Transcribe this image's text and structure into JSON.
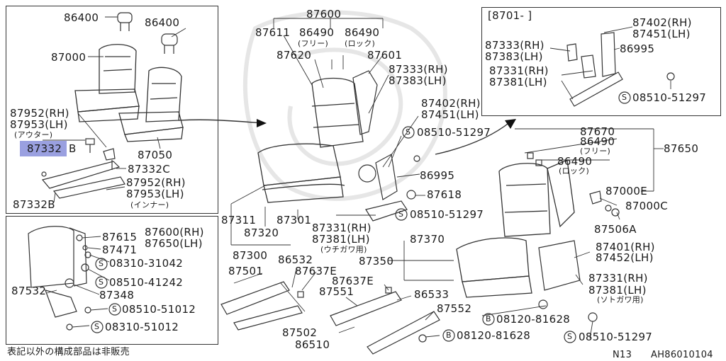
{
  "bracket_top": "[8701-   ]",
  "top_left": {
    "hr1": "86400",
    "hr2": "86400",
    "seat": "87000",
    "f1": "87952(RH)",
    "f2": "87953(LH)",
    "outer": "(アウター)",
    "sel": "87332",
    "sel_b": "B",
    "c332c": "87332C",
    "s050": "87050",
    "f3": "87952(RH)",
    "f4": "87953(LH)",
    "inner": "(インナー)",
    "c332b": "87332B"
  },
  "bottom_left": {
    "p615": "87615",
    "p600": "87600(RH)",
    "p650": "87650(LH)",
    "p471": "87471",
    "s1": "08310-31042",
    "s2": "08510-41242",
    "p532": "87532",
    "p348": "87348",
    "s3": "08510-51012",
    "s4": "08310-51012"
  },
  "center": {
    "p600": "87600",
    "p611": "87611",
    "p490a": "86490",
    "p490b": "86490",
    "free": "(フリー)",
    "lock": "(ロック)",
    "p620": "87620",
    "p601": "87601",
    "p333": "87333(RH)",
    "p383": "87383(LH)",
    "p402": "87402(RH)",
    "p451": "87451(LH)",
    "s5": "08510-51297",
    "p995": "86995",
    "p618": "87618",
    "s6": "08510-51297",
    "p331": "87331(RH)",
    "p381": "87381(LH)",
    "uchi": "(ウチガワ用)",
    "p311": "87311",
    "p301": "87301",
    "p320": "87320",
    "p300": "87300",
    "p532b": "86532",
    "p637": "87637E",
    "p501": "87501",
    "p637b": "87637E",
    "p551": "87551",
    "p533": "86533",
    "p370": "87370",
    "p350": "87350",
    "p552": "87552",
    "p502": "87502",
    "p510": "86510",
    "b1": "08120-81628",
    "b2": "08120-81628"
  },
  "right": {
    "p670": "87670",
    "p490": "86490",
    "free": "(フリー)",
    "p650": "87650",
    "p490b": "86490",
    "lock": "(ロック)",
    "p000e": "87000E",
    "p000c": "87000C",
    "p506": "87506A",
    "p401": "87401(RH)",
    "p452": "87452(LH)",
    "p331": "87331(RH)",
    "p381": "87381(LH)",
    "soto": "(ソトガワ用)",
    "s7": "08510-51297"
  },
  "inset": {
    "p402": "87402(RH)",
    "p451": "87451(LH)",
    "p333": "87333(RH)",
    "p383": "87383(LH)",
    "p995": "86995",
    "p331": "87331(RH)",
    "p381": "87381(LH)",
    "s8": "08510-51297"
  },
  "footer": {
    "note": "表記以外の構成部品は非販売",
    "code1": "N13",
    "code2": "AH86010104"
  }
}
